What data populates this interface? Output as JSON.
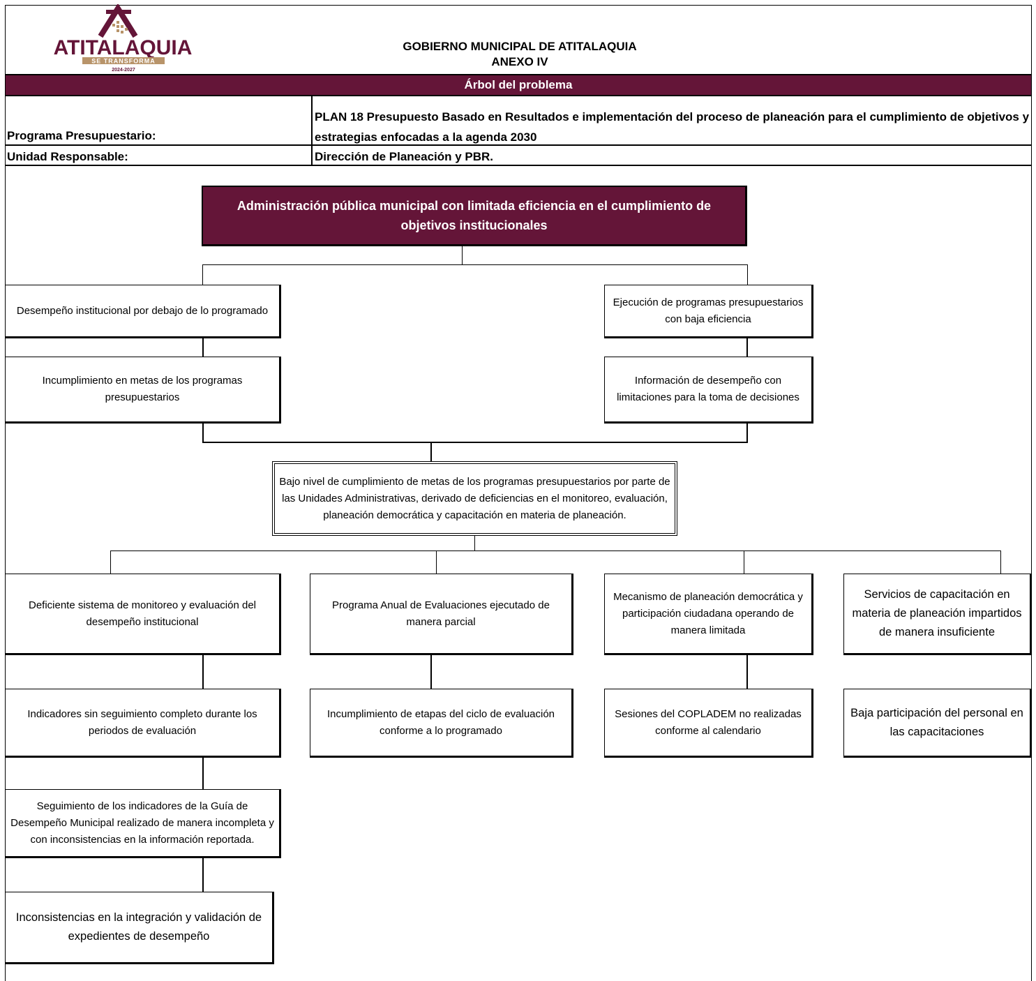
{
  "logo": {
    "name": "ATITALAQUIA",
    "tagline": "SE TRANSFORMA",
    "years": "2024-2027",
    "colors": {
      "brand": "#641538",
      "gold": "#b8946a"
    }
  },
  "header": {
    "government": "GOBIERNO MUNICIPAL DE ATITALAQUIA",
    "annex": "ANEXO IV",
    "band": "Árbol del problema",
    "band_color": "#641538"
  },
  "info": {
    "program_label": "Programa Presupuestario:",
    "program_value": "PLAN 18 Presupuesto Basado en Resultados e implementación del proceso de planeación para el cumplimiento de objetivos y estrategias enfocadas a la agenda 2030",
    "unit_label": "Unidad Responsable:",
    "unit_value": "Dirección de Planeación y PBR."
  },
  "tree": {
    "root": "Administración pública municipal con limitada eficiencia en el cumplimiento de objetivos institucionales",
    "effects_left": [
      "Desempeño institucional por debajo de lo programado",
      "Incumplimiento en metas de los programas presupuestarios"
    ],
    "effects_right": [
      "Ejecución de programas presupuestarios con baja eficiencia",
      "Información de desempeño con limitaciones para la toma de decisiones"
    ],
    "central_problem": "Bajo nivel de cumplimiento de metas de los programas presupuestarios por parte de las Unidades Administrativas, derivado de deficiencias en el monitoreo, evaluación, planeación democrática y capacitación en materia de planeación.",
    "causes": [
      {
        "label": "Deficiente sistema de monitoreo y evaluación del desempeño institucional",
        "subcauses": [
          "Indicadores sin seguimiento completo durante los periodos de evaluación",
          "Seguimiento de los indicadores de la Guía de Desempeño Municipal realizado de manera incompleta y con inconsistencias en la información reportada.",
          "Inconsistencias en la integración y validación de expedientes de desempeño"
        ]
      },
      {
        "label": "Programa Anual de Evaluaciones ejecutado de manera parcial",
        "subcauses": [
          "Incumplimiento de etapas del ciclo de evaluación conforme a lo programado"
        ]
      },
      {
        "label": "Mecanismo de planeación democrática y participación ciudadana operando de manera limitada",
        "subcauses": [
          "Sesiones del COPLADEM no realizadas conforme al calendario"
        ]
      },
      {
        "label": "Servicios de capacitación en materia de planeación impartidos de manera insuficiente",
        "subcauses": [
          "Baja participación del personal en las capacitaciones"
        ]
      }
    ]
  }
}
